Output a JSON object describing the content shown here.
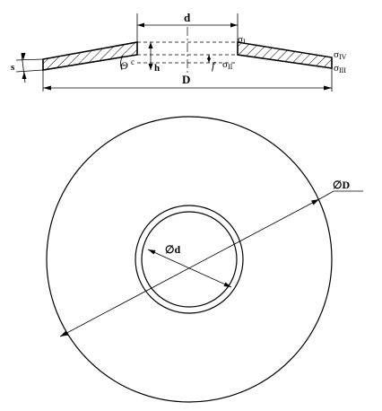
{
  "section_view": {
    "dimension_labels": {
      "inner_diameter": "d",
      "outer_diameter": "D",
      "thickness": "s",
      "height": "h",
      "deflection": "f",
      "angle": "Θ",
      "point_c": "c"
    },
    "stress_points": {
      "sigma_1": {
        "symbol": "σ",
        "subscript": "I"
      },
      "sigma_2": {
        "symbol": "σ",
        "subscript": "II"
      },
      "sigma_3": {
        "symbol": "σ",
        "subscript": "III"
      },
      "sigma_4": {
        "symbol": "σ",
        "subscript": "IV"
      }
    }
  },
  "plan_view": {
    "outer_diameter_label": "∅D",
    "inner_diameter_label": "∅d"
  },
  "colors": {
    "line": "#000000",
    "background": "#ffffff"
  }
}
